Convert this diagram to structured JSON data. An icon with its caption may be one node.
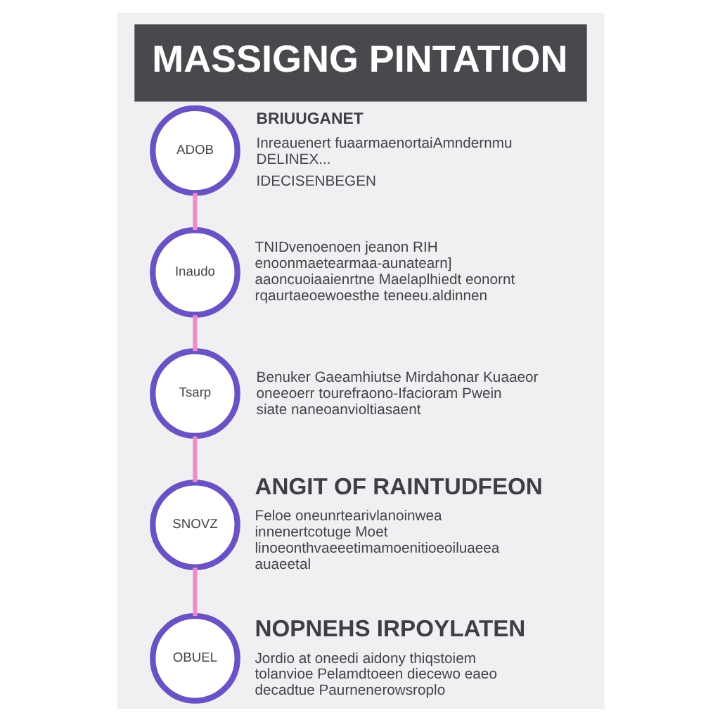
{
  "diagram": {
    "title": "MASSIGNG PINTATION",
    "nodes": [
      {
        "text": [
          "ADOB"
        ],
        "beside": [
          "BRIUUGANET",
          "Inreauenert fuaarmaenortaiAmndernmu DELINEX...",
          "IDECISENBEGEN"
        ]
      },
      {
        "text": [
          "Inaudo"
        ],
        "beside": [
          "TNIDvenoenoen jeanon RIH enoonmaetearmaa-aunatearn] aaoncuoiaaienrtne Maelaplhiedt eonornt rqaurtaeoewoesthe teneeu.aldinnen"
        ]
      },
      {
        "text": [
          "Tsarp"
        ],
        "beside": [
          "Benuker Gaeamhiutse Mirdahonar Kuaaeor oneeoerr tourefraono-Ifacioram Pwein siate naneoanvioltiasaent"
        ]
      },
      {
        "text": [
          "SNOVZ"
        ],
        "beside": [
          "ANGIT OF RAINTUDFEON",
          "Feloe oneunrtearivlanoinwea innenertcotuge Moet linoeonthvaeeetimamoenitioeoiluaeea auaeetal"
        ]
      },
      {
        "text": [
          "OBUEL"
        ],
        "beside": [
          "NOPNEHS IRPOYLATEN",
          "Jordio at oneedi aidony thiqstoiem tolanvioe Pelamdtoeen diecewo eaeo decadtue Paurnenerowsroplo"
        ]
      }
    ],
    "edges": [
      {
        "from": 0,
        "to": 1,
        "arrow": "none"
      },
      {
        "from": 1,
        "to": 2,
        "arrow": "none"
      },
      {
        "from": 2,
        "to": 3,
        "arrow": "none"
      },
      {
        "from": 3,
        "to": 4,
        "arrow": "none"
      }
    ]
  }
}
